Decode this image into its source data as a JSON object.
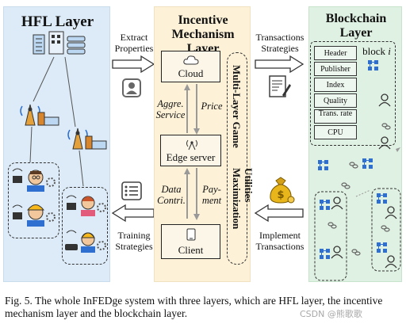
{
  "layers": {
    "hfl": {
      "title": "HFL Layer"
    },
    "incentive": {
      "title_line1": "Incentive  Mechanism Layer",
      "nodes": [
        "Cloud",
        "Edge server",
        "Client"
      ],
      "upper_left_label": "Aggre. Service",
      "upper_right_label": "Price",
      "lower_left_label": "Data Contri.",
      "lower_right_label": "Pay-ment",
      "vertical_top": "Multi-Layer Game",
      "vertical_bottom": "Utilities Maximization"
    },
    "blockchain": {
      "title": "Blockchain Layer",
      "block_label": "block",
      "block_index": "i",
      "fields": [
        "Header",
        "Publisher",
        "Index",
        "Quality",
        "Trans. rate",
        "CPU"
      ]
    }
  },
  "arrows": {
    "extract": "Extract Properties",
    "transactions_strategies": "Transactions Strategies",
    "training_strategies": "Training Strategies",
    "implement_transactions": "Implement Transactions"
  },
  "caption": "Fig. 5.   The whole InFEDge system with three layers, which are HFL layer, the incentive mechanism layer and the blockchain layer.",
  "watermark": "CSDN @熊歌歌",
  "colors": {
    "hfl_bg": "#dcebf7",
    "incentive_bg": "#fdf1d8",
    "blockchain_bg": "#dff1e2",
    "icon_blue": "#2f6fd0"
  }
}
